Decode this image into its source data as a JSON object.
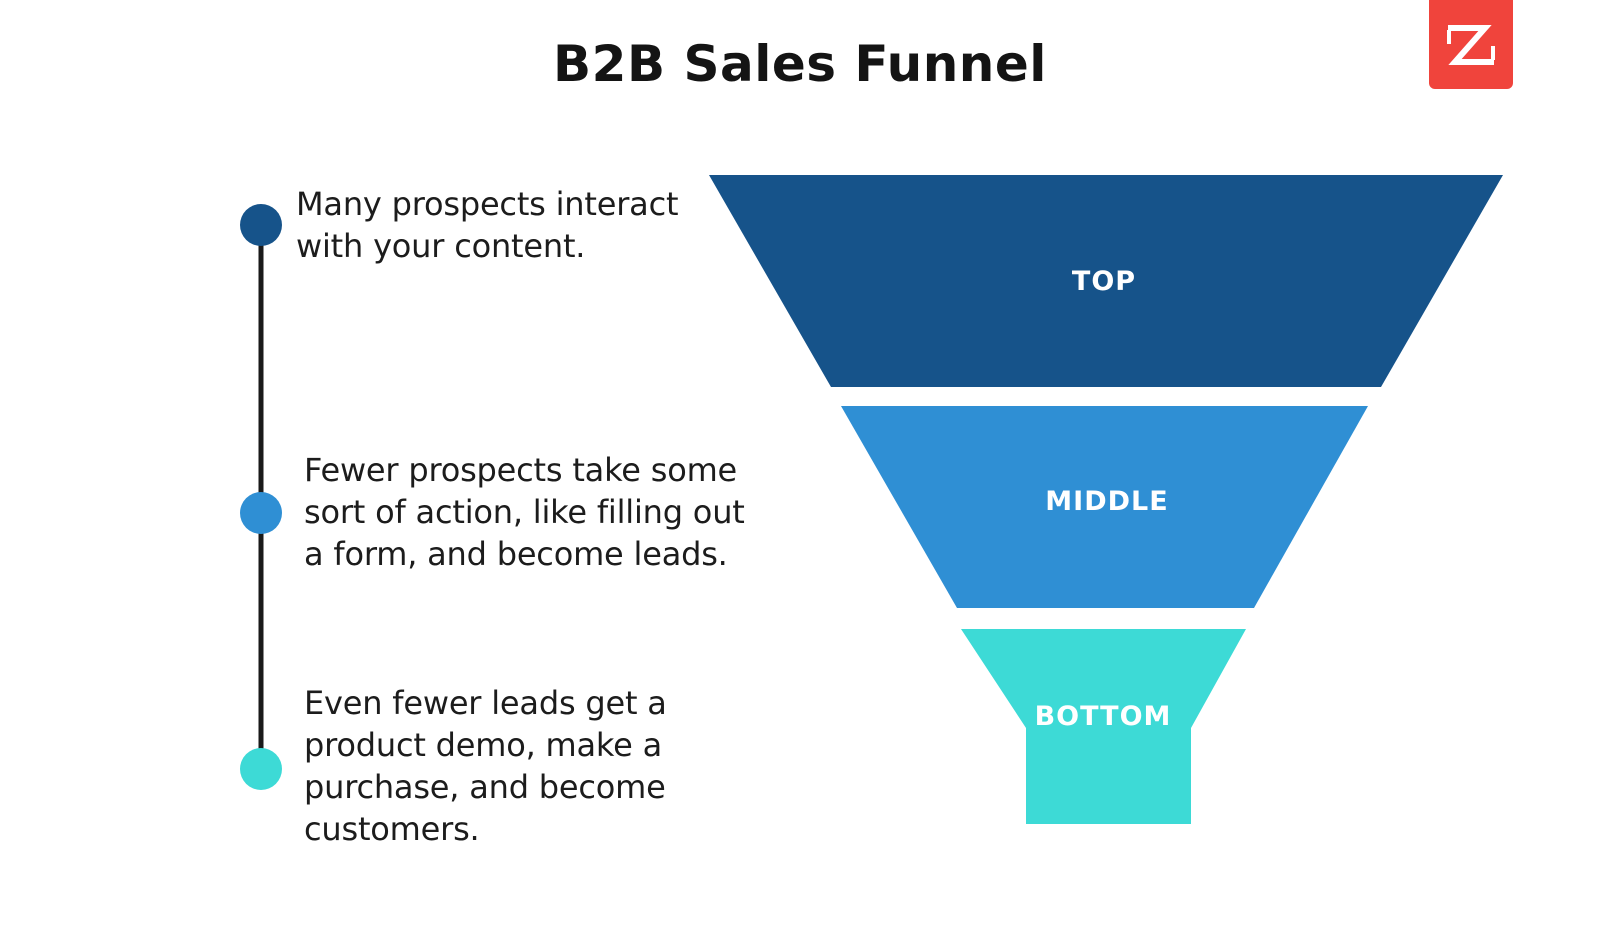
{
  "title": "B2B Sales Funnel",
  "logo": {
    "icon": "z-logo-icon",
    "background": "#f0443c"
  },
  "steps": [
    {
      "text": "Many prospects interact\nwith your content.",
      "color": "#16538a"
    },
    {
      "text": "Fewer prospects take some\nsort of action, like filling out\na form, and become leads.",
      "color": "#2f8fd4"
    },
    {
      "text": "Even fewer leads get a\nproduct demo, make a\npurchase, and become\ncustomers.",
      "color": "#3ddad6"
    }
  ],
  "funnel": {
    "stages": [
      {
        "label": "TOP",
        "color": "#16538a"
      },
      {
        "label": "MIDDLE",
        "color": "#2f8fd4"
      },
      {
        "label": "BOTTOM",
        "color": "#3ddad6"
      }
    ]
  },
  "timeline_color": "#1a1a1a"
}
